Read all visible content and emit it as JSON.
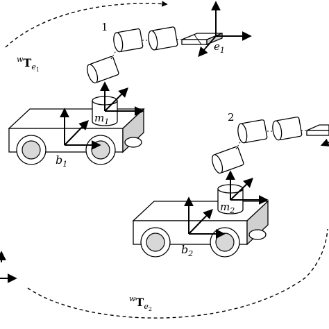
{
  "labels": {
    "robot1_number": "1",
    "robot2_number": "2",
    "base1": {
      "letter": "b",
      "sub": "1"
    },
    "base2": {
      "letter": "b",
      "sub": "2"
    },
    "manip1": {
      "letter": "m",
      "sub": "1"
    },
    "manip2": {
      "letter": "m",
      "sub": "2"
    },
    "ee1": {
      "letter": "e",
      "sub": "1"
    },
    "transform1": {
      "sup": "w",
      "main": "T",
      "sub_letter": "e",
      "sub_num": "1"
    },
    "transform2": {
      "sup": "w",
      "main": "T",
      "sub_letter": "e",
      "sub_num": "2"
    }
  },
  "colors": {
    "stroke": "#000000",
    "shade": "#d0d0d0",
    "hub": "#d8d8d8",
    "background": "#ffffff"
  }
}
